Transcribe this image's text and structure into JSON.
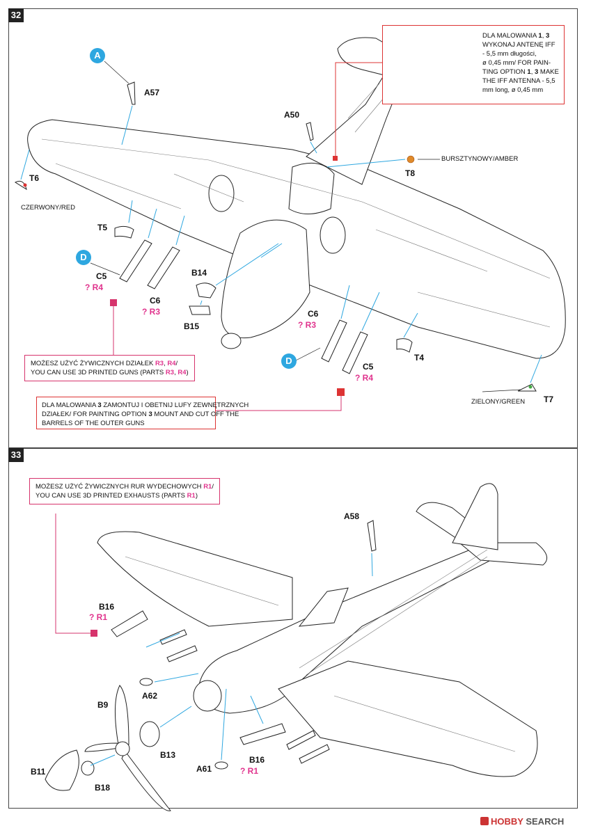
{
  "step32": {
    "number": "32",
    "callouts": {
      "a": "A",
      "d1": "D",
      "d2": "D"
    },
    "parts": {
      "a57": "A57",
      "a50": "A50",
      "t6": "T6",
      "t5": "T5",
      "t8": "T8",
      "t4": "T4",
      "t7": "T7",
      "b14": "B14",
      "b15": "B15",
      "c5_left": "C5",
      "c6_left": "C6",
      "c6_right": "C6",
      "c5_right": "C5"
    },
    "alt_parts": {
      "r4_left": "? R4",
      "r3_left": "? R3",
      "r3_right": "? R3",
      "r4_right": "? R4"
    },
    "color_notes": {
      "red": "CZERWONY/RED",
      "amber": "BURSZTYNOWY/AMBER",
      "green": "ZIELONY/GREEN"
    },
    "iff_note": {
      "line1": "DLA MALOWANIA ",
      "line1b": "1",
      "line1c": ", ",
      "line1d": "3",
      "line2": "WYKONAJ ANTENĘ IFF",
      "line3": "- 5,5 mm długości,",
      "line4": "ø 0,45 mm/ FOR PAIN-",
      "line5a": "TING OPTION ",
      "line5b": "1",
      "line5c": ", ",
      "line5d": "3",
      "line5e": " MAKE",
      "line6": "THE IFF ANTENNA - 5,5",
      "line7": "mm long, ø 0,45 mm"
    },
    "guns_box": {
      "line1a": "MOŻESZ UŻYĆ ŻYWICZNYCH DZIAŁEK ",
      "line1b": "R3",
      "line1c": ", ",
      "line1d": "R4",
      "line1e": "/",
      "line2a": "YOU CAN USE 3D PRINTED GUNS (PARTS ",
      "line2b": "R3",
      "line2c": ", ",
      "line2d": "R4",
      "line2e": ")"
    },
    "barrel_note": {
      "line1a": "DLA MALOWANIA ",
      "line1b": "3",
      "line1c": " ZAMONTUJ I OBETNIJ LUFY ZEWNĘTRZNYCH",
      "line2a": "DZIAŁEK/ FOR PAINTING OPTION ",
      "line2b": "3",
      "line2c": " MOUNT AND CUT OFF THE",
      "line3": "BARRELS OF THE OUTER GUNS"
    }
  },
  "step33": {
    "number": "33",
    "exhaust_box": {
      "line1a": "MOŻESZ UŻYĆ ŻYWICZNYCH RUR WYDECHOWYCH ",
      "line1b": "R1",
      "line1c": "/",
      "line2a": "YOU CAN USE 3D PRINTED EXHAUSTS (PARTS ",
      "line2b": "R1",
      "line2c": ")"
    },
    "parts": {
      "a58": "A58",
      "b16_top": "B16",
      "a62": "A62",
      "b9": "B9",
      "b13": "B13",
      "b11": "B11",
      "b18": "B18",
      "a61": "A61",
      "b16_bottom": "B16"
    },
    "alt_parts": {
      "r1_top": "? R1",
      "r1_bottom": "? R1"
    }
  },
  "watermark": {
    "brand": "HOBBY",
    "suffix": "SEARCH"
  },
  "colors": {
    "magenta": "#e0338d",
    "callout_blue": "#2ea7e0",
    "red_box": "#d33"
  }
}
